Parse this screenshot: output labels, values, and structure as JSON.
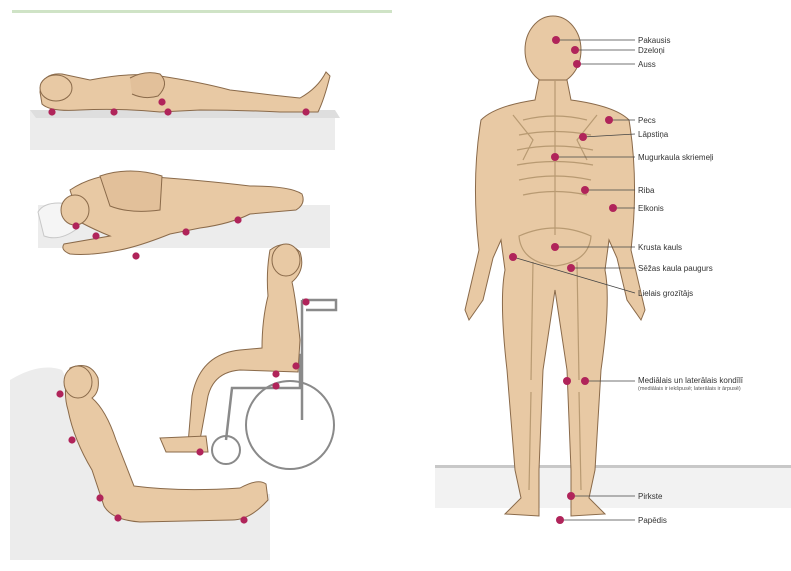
{
  "colors": {
    "skin": "#e8c9a4",
    "skin_shadow": "#d7b18a",
    "bone": "#f3e2c4",
    "bone_line": "#b89a72",
    "outline": "#8a6a4a",
    "marker": "#b0245a",
    "surface": "#e9e9e9",
    "floor_line": "#c8c8c8",
    "rule": "#cfe3c6"
  },
  "labels": [
    "Pakausis",
    "Dzeloņi",
    "Auss",
    "Pecs",
    "Lāpstiņa",
    "Mugurkaula skriemeļi",
    "Riba",
    "Elkonis",
    "Krusta kauls",
    "Sēžas kaula paugurs",
    "Lielais grozītājs",
    "Mediālais un laterālais kondīlī",
    "Pirkste",
    "Papēdis"
  ],
  "sublabel": "(mediālais ir iekšpusē; laterālais ir ārpusē)"
}
